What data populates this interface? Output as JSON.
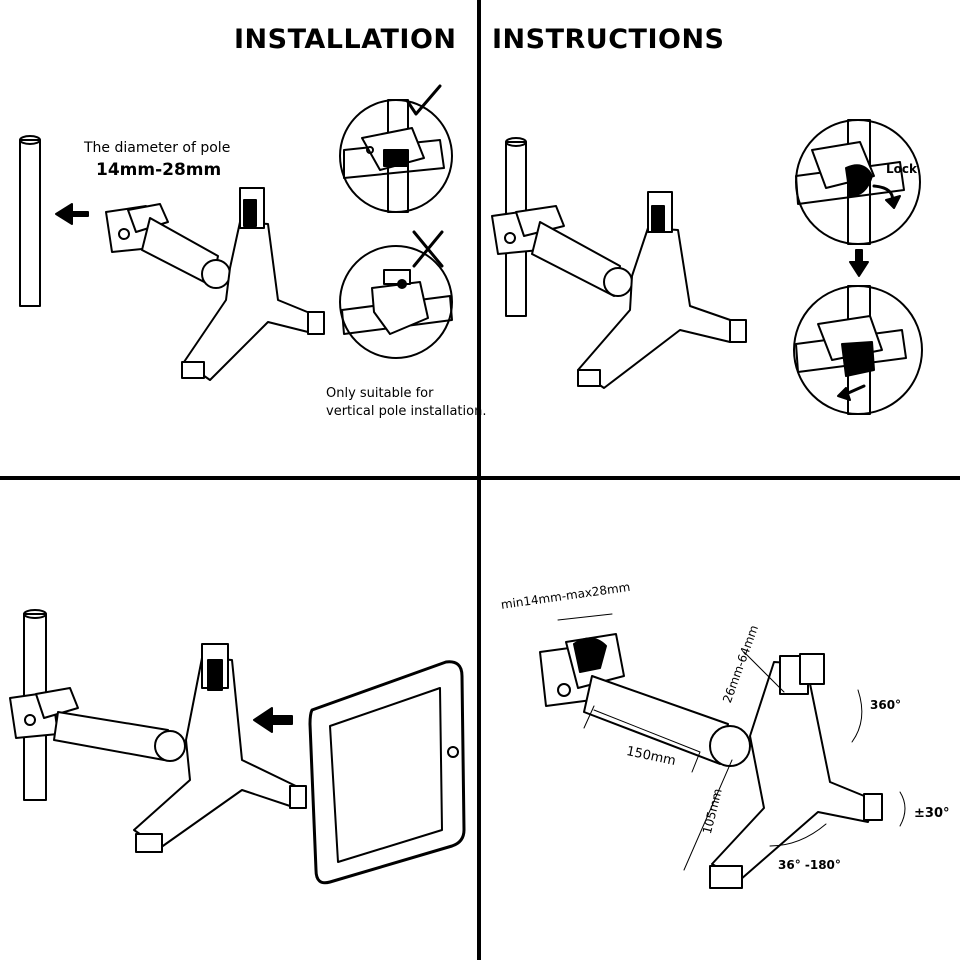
{
  "header": {
    "title_left": "INSTALLATION",
    "title_right": "INSTRUCTIONS"
  },
  "panel_pole": {
    "pole_label": "The diameter of pole",
    "pole_range": "14mm-28mm",
    "note_line1": "Only suitable for",
    "note_line2": "vertical pole installation."
  },
  "panel_lock": {
    "lock_label": "Lock"
  },
  "panel_dimensions": {
    "clamp_range": "min14mm-max28mm",
    "arm_length": "150mm",
    "holder_range": "26mm-64mm",
    "vertical": "105mm",
    "rotation": "360°",
    "tilt": "±30°",
    "swing": "36° -180°"
  },
  "colors": {
    "ink": "#000000",
    "background": "#ffffff"
  }
}
